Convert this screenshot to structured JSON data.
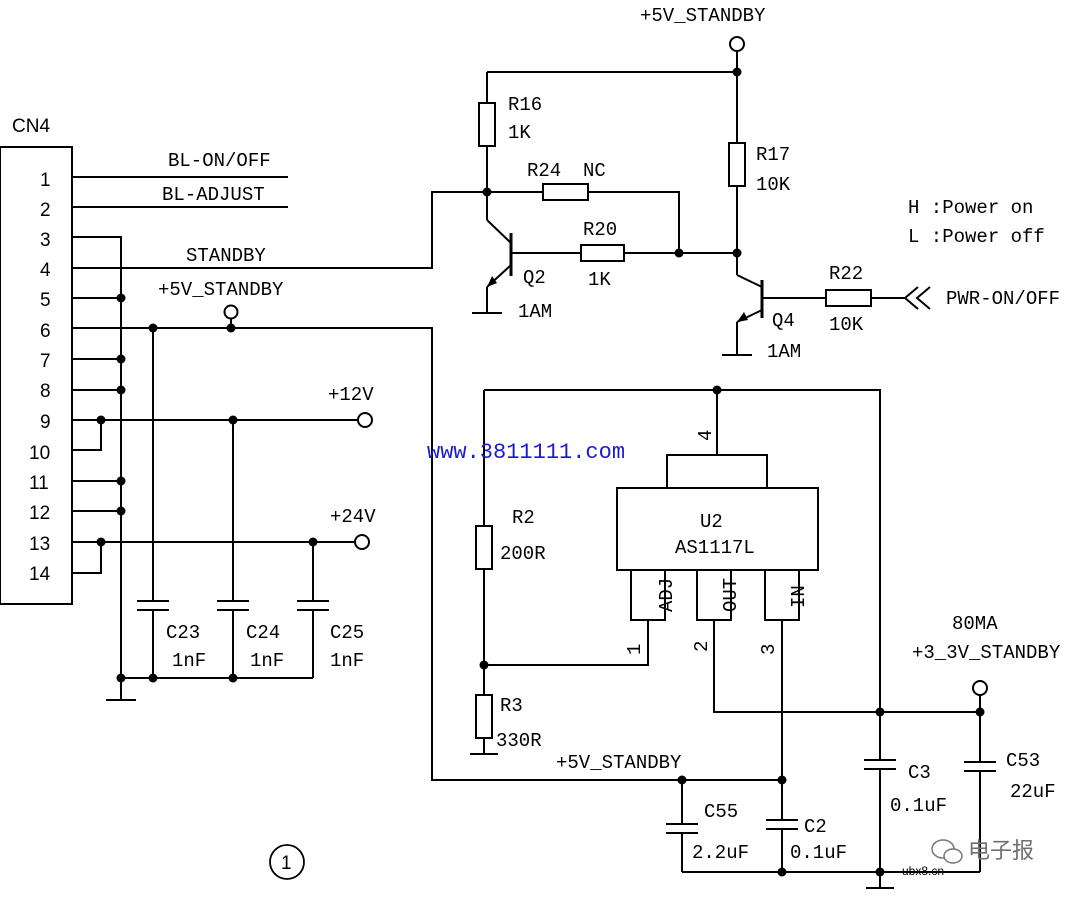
{
  "connector": {
    "name": "CN4",
    "pins": [
      "1",
      "2",
      "3",
      "4",
      "5",
      "6",
      "7",
      "8",
      "9",
      "10",
      "11",
      "12",
      "13",
      "14"
    ],
    "signals": {
      "pin1": "BL-ON/OFF",
      "pin2": "BL-ADJUST",
      "pin4": "STANDBY"
    }
  },
  "rails": {
    "v5_top": "+5V_STANDBY",
    "v5_left": "+5V_STANDBY",
    "v5_bottom": "+5V_STANDBY",
    "v12": "+12V",
    "v24": "+24V",
    "v33": "+3_3V_STANDBY",
    "current": "80MA"
  },
  "resistors": {
    "R16": {
      "name": "R16",
      "value": "1K"
    },
    "R17": {
      "name": "R17",
      "value": "10K"
    },
    "R24": {
      "name": "R24",
      "value": "NC"
    },
    "R20": {
      "name": "R20",
      "value": "1K"
    },
    "R22": {
      "name": "R22",
      "value": "10K"
    },
    "R2": {
      "name": "R2",
      "value": "200R"
    },
    "R3": {
      "name": "R3",
      "value": "330R"
    }
  },
  "capacitors": {
    "C23": {
      "name": "C23",
      "value": "1nF"
    },
    "C24": {
      "name": "C24",
      "value": "1nF"
    },
    "C25": {
      "name": "C25",
      "value": "1nF"
    },
    "C55": {
      "name": "C55",
      "value": "2.2uF"
    },
    "C2": {
      "name": "C2",
      "value": "0.1uF"
    },
    "C3": {
      "name": "C3",
      "value": "0.1uF"
    },
    "C53": {
      "name": "C53",
      "value": "22uF"
    }
  },
  "transistors": {
    "Q2": {
      "name": "Q2",
      "value": "1AM"
    },
    "Q4": {
      "name": "Q4",
      "value": "1AM"
    }
  },
  "regulator": {
    "name": "U2",
    "part": "AS1117L",
    "pin_labels": {
      "adj": "ADJ",
      "out": "OUT",
      "in": "IN"
    },
    "pin_numbers": {
      "adj": "1",
      "out": "2",
      "in": "3",
      "tab": "4"
    }
  },
  "inputs": {
    "pwr": "PWR-ON/OFF"
  },
  "legend": {
    "h": "H :Power on",
    "l": "L :Power off"
  },
  "figure_number": "1",
  "watermarks": {
    "url": "www.3811111.com",
    "brand": "电子报",
    "site": "ubx8.cn"
  }
}
